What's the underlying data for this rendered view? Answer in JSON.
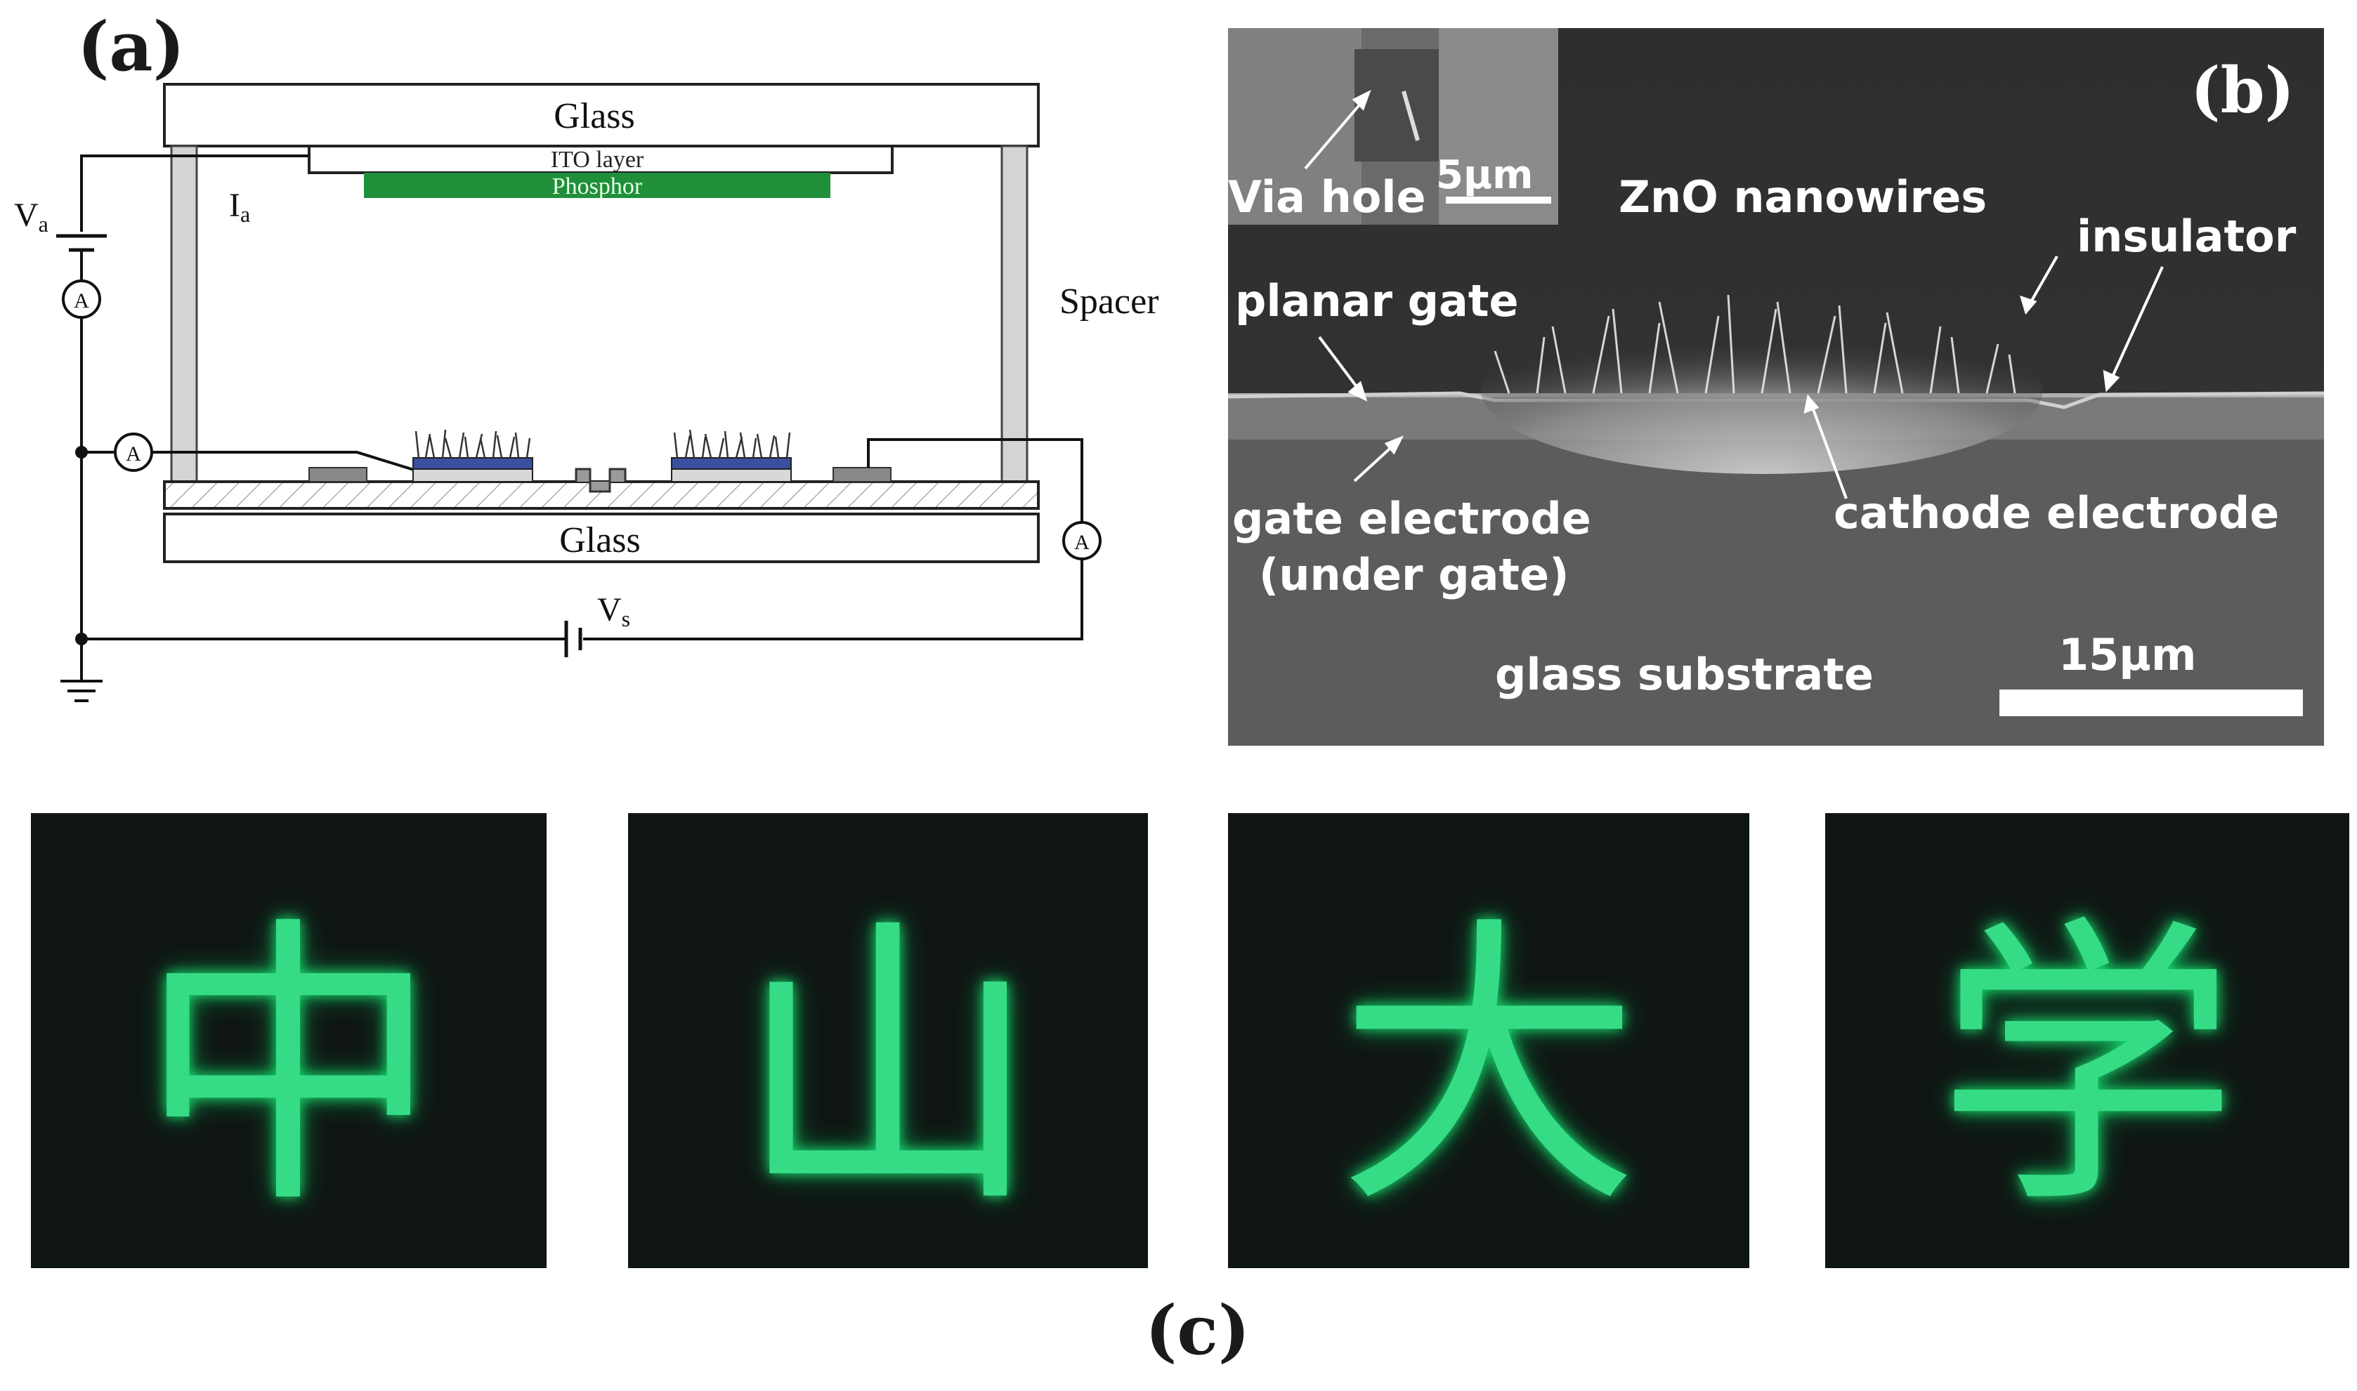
{
  "figure": {
    "panel_a": {
      "label": "(a)",
      "top_glass": "Glass",
      "ito_layer": "ITO layer",
      "phosphor": "Phosphor",
      "anode_voltage": "V",
      "anode_voltage_sub": "a",
      "anode_current": "I",
      "anode_current_sub": "a",
      "spacer": "Spacer",
      "ammeter": "A",
      "bottom_glass": "Glass",
      "source_voltage": "V",
      "source_voltage_sub": "s"
    },
    "panel_b": {
      "label": "(b)",
      "inset_label": "Via hole",
      "inset_scale": "5μm",
      "zno": "ZnO nanowires",
      "insulator": "insulator",
      "planar_gate": "planar gate",
      "gate_electrode_1": "gate electrode",
      "gate_electrode_2": "(under gate)",
      "cathode_electrode": "cathode electrode",
      "glass_substrate": "glass substrate",
      "scale": "15μm"
    },
    "panel_c": {
      "label": "(c)",
      "characters": [
        "中",
        "山",
        "大",
        "学"
      ]
    },
    "colors": {
      "phosphor_green": "#1f8f3a",
      "emission_green": "#3dff9a",
      "sem_background": "#3c3c3c",
      "photo_background": "#0f1513"
    }
  }
}
